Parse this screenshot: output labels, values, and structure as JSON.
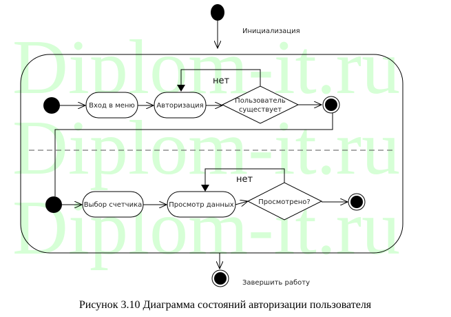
{
  "watermark": "Diplom-it.ru",
  "labels": {
    "init": "Инициализация",
    "finish": "Завершить работу"
  },
  "top_flow": {
    "state1": "Вход в меню",
    "state2": "Авторизация",
    "decision_line1": "Пользователь",
    "decision_line2": "существует",
    "loop_label": "нет"
  },
  "bottom_flow": {
    "state1": "Выбор счетчика",
    "state2": "Просмотр данных",
    "decision": "Просмотрено?",
    "loop_label": "нет"
  },
  "caption": "Рисунок 3.10 Диаграмма состояний авторизации пользователя"
}
